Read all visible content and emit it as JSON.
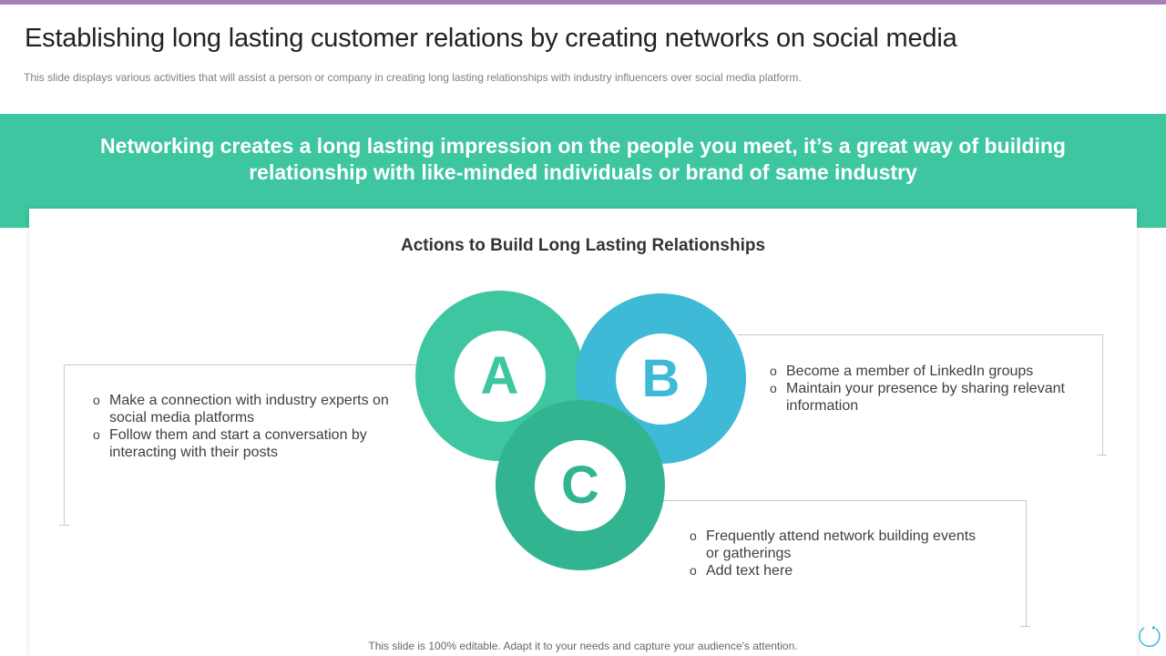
{
  "page": {
    "title": "Establishing long lasting customer relations by creating networks on social media",
    "subtitle": "This slide displays various  activities that will assist a person or company in creating long lasting relationships with industry influencers over  social media platform.",
    "footer": "This slide is 100% editable. Adapt it to your needs and capture your audience's attention."
  },
  "banner": {
    "text": "Networking creates a long lasting impression on the people you meet, it’s a great way of building relationship with like-minded individuals or brand of same industry"
  },
  "section": {
    "title": "Actions to Build  Long Lasting Relationships"
  },
  "circles": {
    "a": {
      "letter": "A",
      "color": "#3ec6a1"
    },
    "b": {
      "letter": "B",
      "color": "#3ebad6"
    },
    "c": {
      "letter": "C",
      "color": "#33b490"
    }
  },
  "actions": {
    "a": [
      "Make a connection with industry experts on social media platforms",
      "Follow them and start a conversation by interacting with their posts"
    ],
    "b": [
      "Become a member of LinkedIn groups",
      "Maintain your presence by sharing relevant information"
    ],
    "c": [
      "Frequently  attend network building events or gatherings",
      "Add text here"
    ]
  },
  "colors": {
    "accent_top": "#a57fb6",
    "banner": "#3ec6a1"
  },
  "icons": {
    "corner": "refresh-icon"
  }
}
